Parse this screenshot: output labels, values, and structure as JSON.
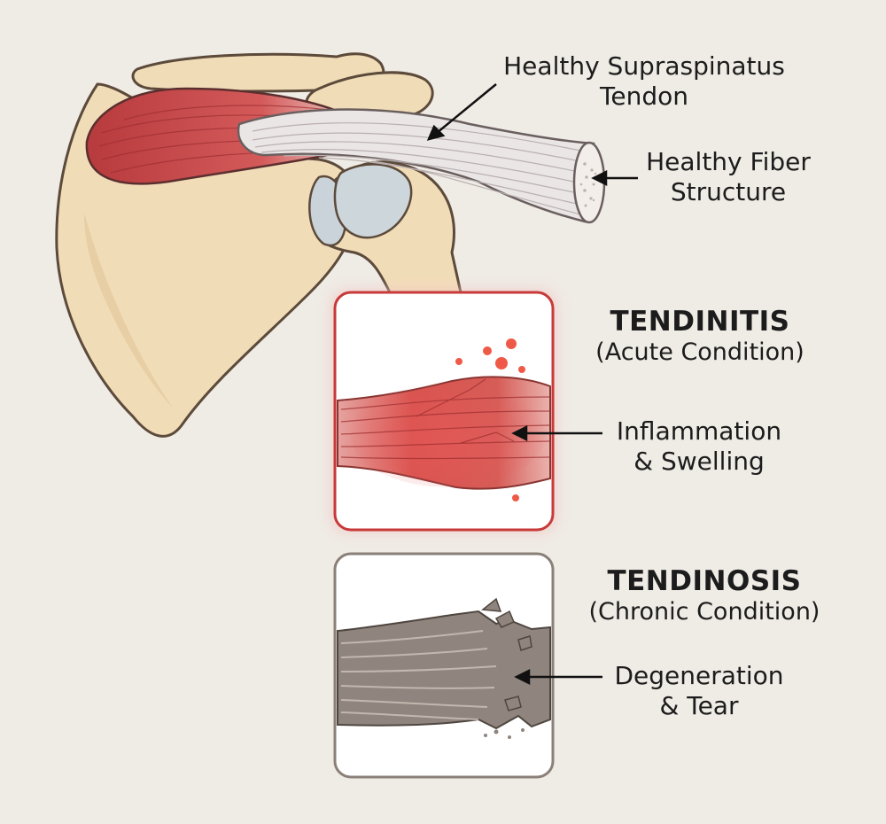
{
  "labels": {
    "healthy_tendon": {
      "line1": "Healthy Supraspinatus",
      "line2": "Tendon"
    },
    "healthy_fiber": {
      "line1": "Healthy Fiber",
      "line2": "Structure"
    },
    "tendinitis": {
      "title": "TENDINITIS",
      "subtitle": "(Acute Condition)"
    },
    "inflammation": {
      "line1": "Inflammation",
      "line2": "& Swelling"
    },
    "tendinosis": {
      "title": "TENDINOSIS",
      "subtitle": "(Chronic Condition)"
    },
    "degeneration": {
      "line1": "Degeneration",
      "line2": "& Tear"
    }
  },
  "colors": {
    "background": "#efebe5",
    "bone": "#f1dcb8",
    "bone_outline": "#5c4a3a",
    "muscle": "#c9484a",
    "tendon": "#ebe6e6",
    "cartilage": "#c9d3d9",
    "inflamed_border": "#c83a3a",
    "degenerated_tissue": "#8f857e"
  },
  "icons": [
    "arrow-icon"
  ]
}
